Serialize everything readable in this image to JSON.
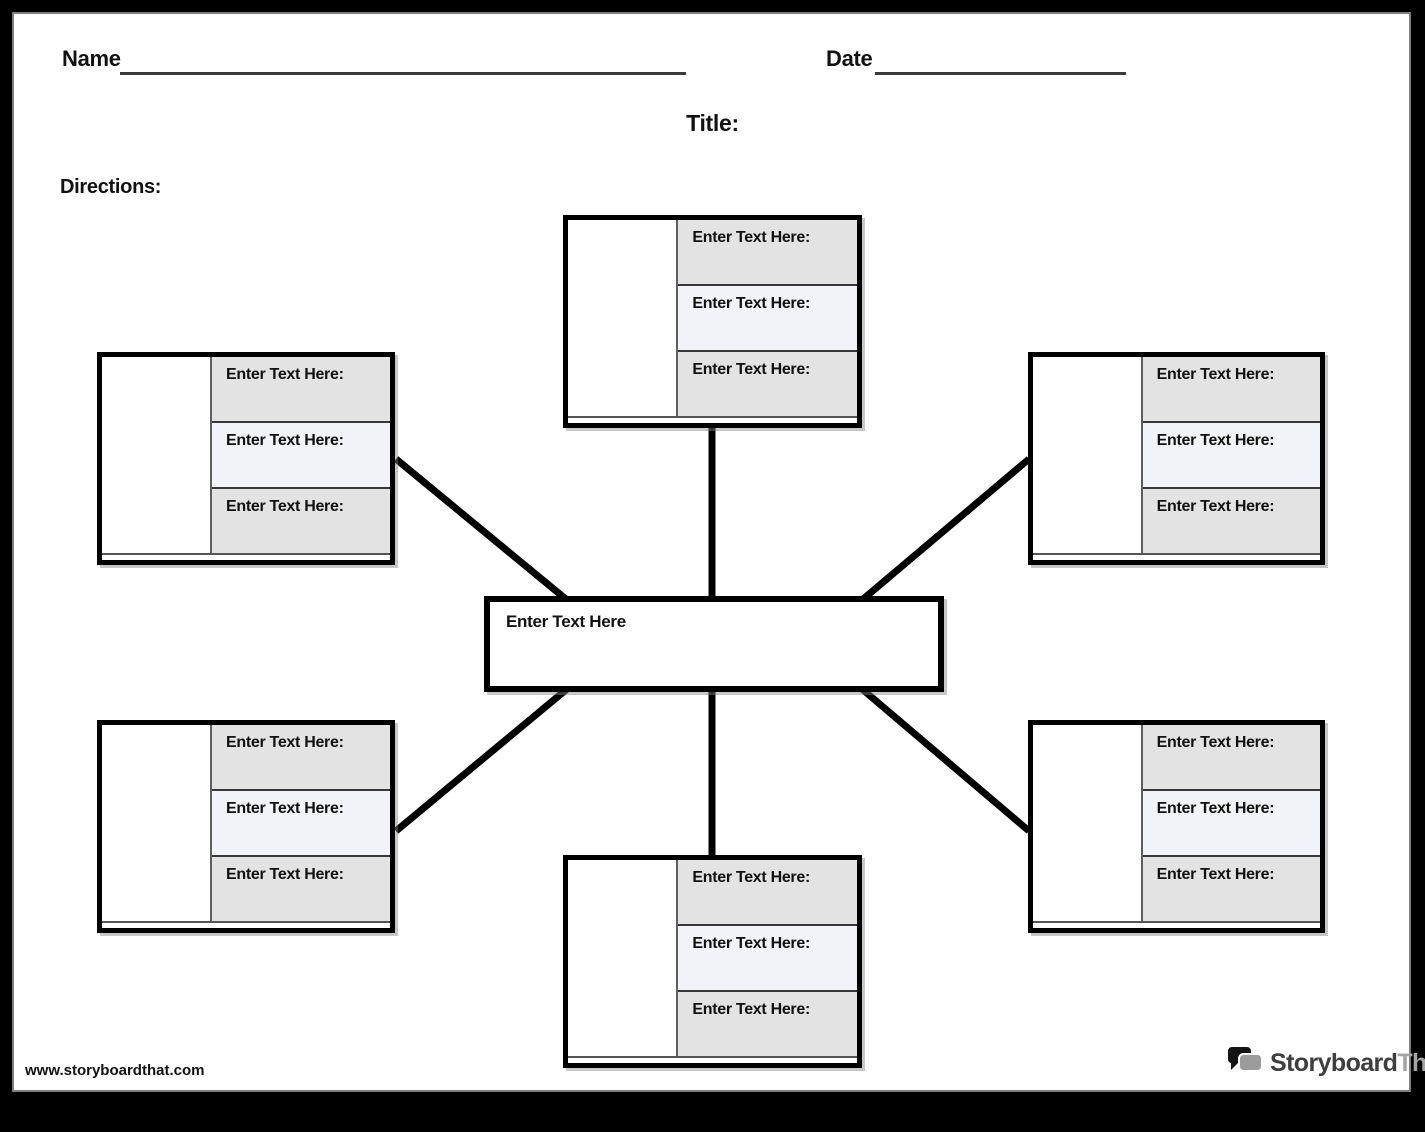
{
  "header": {
    "name_label": "Name",
    "date_label": "Date",
    "title_label": "Title:",
    "directions_label": "Directions:"
  },
  "center_box": {
    "label": "Enter Text Here"
  },
  "nodes": [
    {
      "position": "top-center",
      "cells": [
        "Enter Text Here:",
        "Enter Text Here:",
        "Enter Text Here:"
      ]
    },
    {
      "position": "top-left",
      "cells": [
        "Enter Text Here:",
        "Enter Text Here:",
        "Enter Text Here:"
      ]
    },
    {
      "position": "top-right",
      "cells": [
        "Enter Text Here:",
        "Enter Text Here:",
        "Enter Text Here:"
      ]
    },
    {
      "position": "bottom-left",
      "cells": [
        "Enter Text Here:",
        "Enter Text Here:",
        "Enter Text Here:"
      ]
    },
    {
      "position": "bottom-right",
      "cells": [
        "Enter Text Here:",
        "Enter Text Here:",
        "Enter Text Here:"
      ]
    },
    {
      "position": "bottom-center",
      "cells": [
        "Enter Text Here:",
        "Enter Text Here:",
        "Enter Text Here:"
      ]
    }
  ],
  "footer": {
    "website": "www.storyboardthat.com",
    "logo": {
      "icon": "speech-bubbles-icon",
      "text_primary": "Storyboard",
      "text_secondary": "That"
    }
  },
  "colors": {
    "frame": "#000000",
    "cell_gray": "#e3e3e3",
    "cell_light": "#f2f3f9",
    "line_black": "#000000",
    "logo_primary": "#3e3e3e",
    "logo_secondary": "#a5a5a5"
  }
}
